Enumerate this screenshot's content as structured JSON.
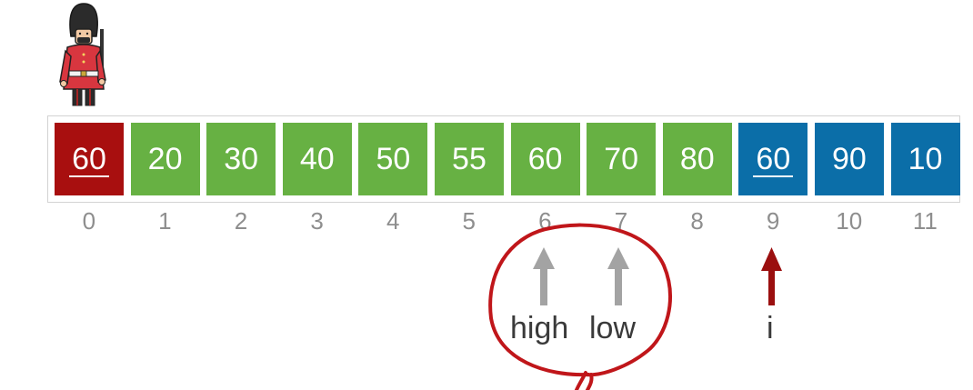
{
  "array": {
    "cells": [
      {
        "value": "60",
        "color": "#a80f0f",
        "underlined": true
      },
      {
        "value": "20",
        "color": "#67b143",
        "underlined": false
      },
      {
        "value": "30",
        "color": "#67b143",
        "underlined": false
      },
      {
        "value": "40",
        "color": "#67b143",
        "underlined": false
      },
      {
        "value": "50",
        "color": "#67b143",
        "underlined": false
      },
      {
        "value": "55",
        "color": "#67b143",
        "underlined": false
      },
      {
        "value": "60",
        "color": "#67b143",
        "underlined": false
      },
      {
        "value": "70",
        "color": "#67b143",
        "underlined": false
      },
      {
        "value": "80",
        "color": "#67b143",
        "underlined": false
      },
      {
        "value": "60",
        "color": "#0b6ea8",
        "underlined": true
      },
      {
        "value": "90",
        "color": "#0b6ea8",
        "underlined": false
      },
      {
        "value": "10",
        "color": "#0b6ea8",
        "underlined": false
      }
    ],
    "indices": [
      "0",
      "1",
      "2",
      "3",
      "4",
      "5",
      "6",
      "7",
      "8",
      "9",
      "10",
      "11"
    ]
  },
  "pointers": {
    "high": {
      "label": "high",
      "index": 6,
      "color": "#a3a3a3"
    },
    "low": {
      "label": "low",
      "index": 7,
      "color": "#a3a3a3"
    },
    "i": {
      "label": "i",
      "index": 9,
      "color": "#9b0f0f"
    }
  },
  "annotation": {
    "ink_color": "#c0161a",
    "circled_pointers": [
      "high",
      "low"
    ]
  },
  "pivot_icon": "royal-guard-icon"
}
